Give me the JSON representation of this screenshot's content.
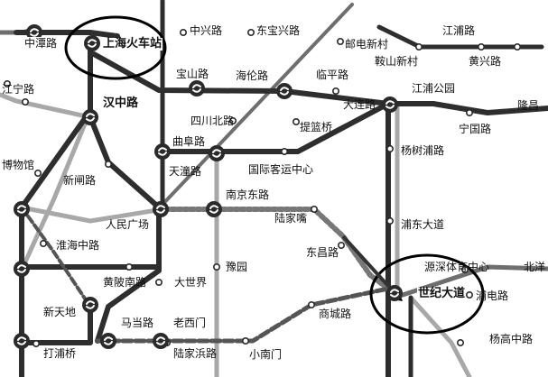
{
  "stations": {
    "zhongtan": "中潭路",
    "shanghai_station": "上海火车站",
    "zhongxing": "中兴路",
    "dongbaoxing": "东宝兴路",
    "youdian": "邮电新村",
    "jiangpu": "江浦路",
    "anshan": "鞍山新村",
    "huangxing": "黄兴路",
    "baoshan": "宝山路",
    "hailun": "海伦路",
    "linping": "临平路",
    "jiangning": "江宁路",
    "hanzhong": "汉中路",
    "sichuan_north": "四川北路",
    "tilanqiao": "提篮桥",
    "dalian": "大连路",
    "jiangpu_park": "江浦公园",
    "longchang": "隆昌",
    "ningguo": "宁国路",
    "qufu": "曲阜路",
    "yangshupu": "杨树浦路",
    "museum": "博物馆",
    "xinzha": "新闸路",
    "tiantong": "天潼路",
    "intl_passenger": "国际客运中心",
    "nanjing_east": "南京东路",
    "lujiazui": "陆家嘴",
    "peoples_square": "人民广场",
    "pudong_avenue": "浦东大道",
    "huaihai_middle": "淮海中路",
    "dongchang": "东昌路",
    "yuyuan": "豫园",
    "huangpi_south": "黄陂南路",
    "great_world": "大世界",
    "sports_center": "源深体育中心",
    "bei": "北洋",
    "century_avenue": "世纪大道",
    "xintiandi": "新天地",
    "madang": "马当路",
    "laoximen": "老西门",
    "shangcheng": "商城路",
    "pujian": "浦电路",
    "dapuqiao": "打浦桥",
    "lujiabang": "陆家浜路",
    "xiaonanmen": "小南门",
    "yanggao_middle": "杨高中路"
  },
  "line_colors": {
    "dark": "#333333",
    "mid": "#6b6b6b",
    "light": "#a6a6a6",
    "station_fill": "#2b2b2b",
    "marker": "#ffffff"
  }
}
